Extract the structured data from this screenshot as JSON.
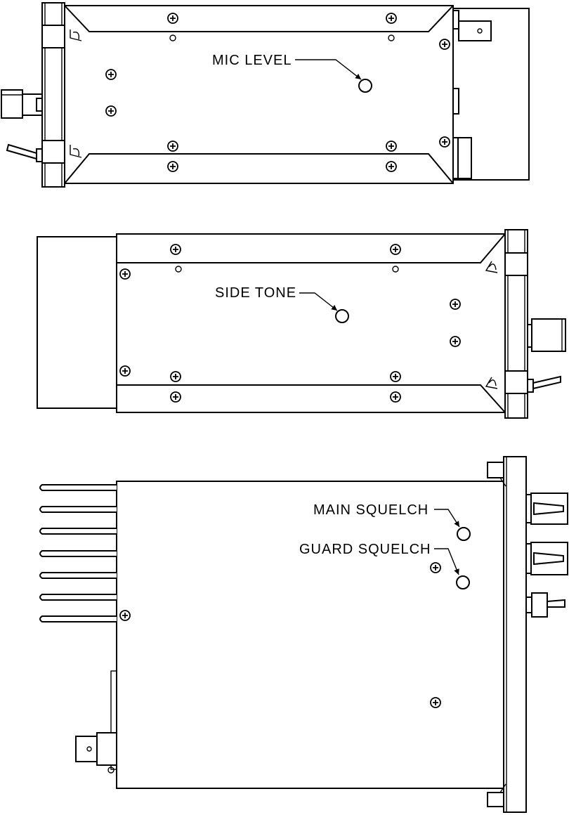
{
  "views": [
    {
      "id": "top-view",
      "callouts": [
        {
          "label": "MIC LEVEL"
        }
      ]
    },
    {
      "id": "bottom-view",
      "callouts": [
        {
          "label": "SIDE TONE"
        }
      ]
    },
    {
      "id": "side-view",
      "callouts": [
        {
          "label": "MAIN SQUELCH"
        },
        {
          "label": "GUARD SQUELCH"
        }
      ]
    }
  ]
}
